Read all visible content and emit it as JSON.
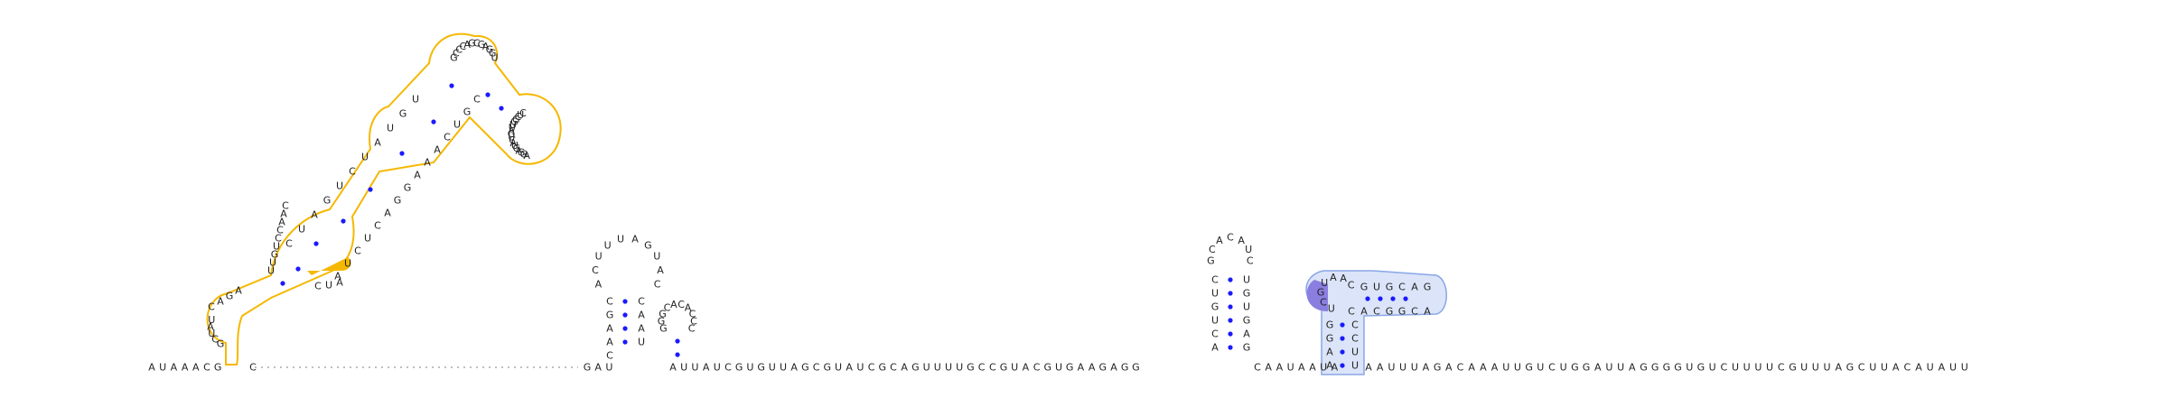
{
  "sequence": {
    "five_prime_tail": "AUAAACG",
    "linker_after_domain1": "C",
    "hairpin2_left": "GAUCAAGC",
    "hairpin2_loop": "ACUUUAGUAC",
    "hairpin2_right": "CAAU",
    "hairpin3": "GGGCACACCC",
    "between_h3_h4": "AUUAUCGUGUUAGCGUAUCGCAGUUUUGCCGUACGUGAAGAGG",
    "hairpin4_left": "CUGUCA",
    "hairpin4_loop": "GCACAUC",
    "hairpin4_right": "UGUGAG",
    "between_h4_h5": "CAAUAAUA",
    "hairpin5_stem_left": "GGAA",
    "hairpin5_loop": "UCGUAAC",
    "hairpin5_arm": "GUGCAGACGGCAC",
    "hairpin5_stem_right": "CCUU",
    "three_prime_tail": "AAUUUAGACAAAUUGUCUGGAUUAGGGGUGUCUUUUCGUUUAGCUUACAUAUU"
  },
  "domain1": {
    "outer_helix_left": "CAGA",
    "outer_loop": "UAUCG",
    "interior_left": "UUGUCCAAC",
    "helix_left": "CUAGUCUAUGU",
    "top_loop": "GCCCAGCGAGGU",
    "right_hairpin": "CUCGGUUAGUCAUGAGGA",
    "return_strand": "CGUCAAAGGACUCUA",
    "highlight": "CUA"
  },
  "colors": {
    "domain1_outline": "#f5b800",
    "domain1_fill": "#ffffff",
    "domain1_highlight": "#f5b800",
    "domain5_outline": "#8aa6e6",
    "domain5_fill": "#dbe4f8",
    "domain5_highlight": "#8a7ee0",
    "base_pair_dot": "#1a1aff",
    "nucleotide_text": "#222222",
    "backbone": "#555555"
  }
}
